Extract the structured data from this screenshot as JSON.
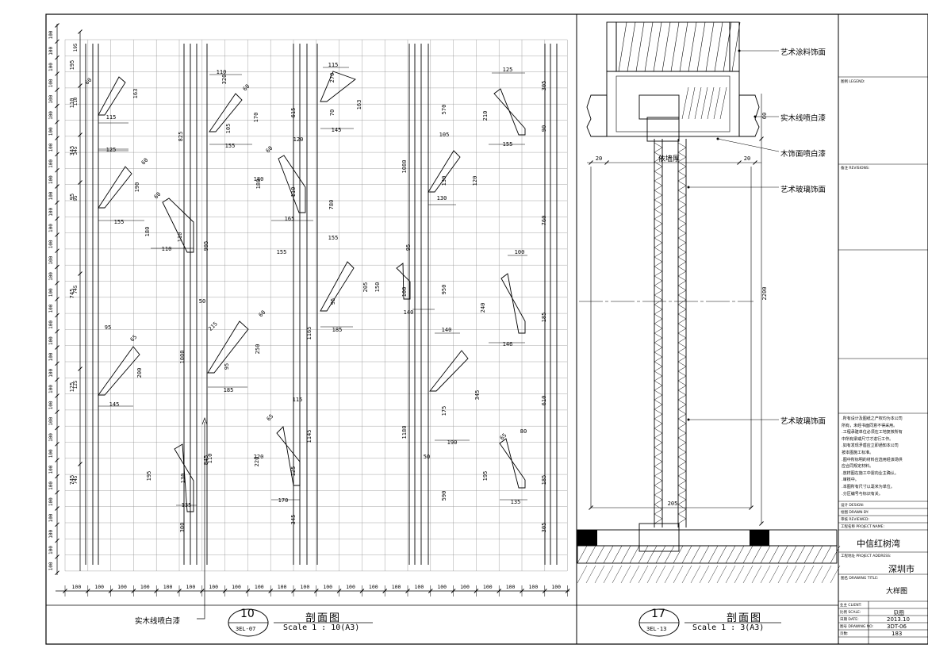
{
  "left_view": {
    "bubble_number": "10",
    "bubble_ref": "3EL-07",
    "title": "剖面图",
    "scale": "Scale 1 : 10(A3)",
    "callout_label": "实木线喷白漆",
    "bottom_dim": "100",
    "side_dims": [
      "100",
      "195",
      "110",
      "345",
      "95",
      "745",
      "125",
      "745",
      "100"
    ],
    "dims": [
      "110",
      "320",
      "60",
      "170",
      "105",
      "155",
      "125",
      "60",
      "190",
      "155",
      "80",
      "180",
      "110",
      "825",
      "995",
      "1000",
      "50",
      "215",
      "185",
      "95",
      "250",
      "60",
      "115",
      "615",
      "120",
      "60",
      "180",
      "110",
      "165",
      "780",
      "155",
      "205",
      "1165",
      "185",
      "115",
      "65",
      "220",
      "125",
      "170",
      "345",
      "1145",
      "110",
      "845",
      "130",
      "195",
      "135",
      "300",
      "115",
      "270",
      "163",
      "70",
      "145",
      "1080",
      "150",
      "100",
      "140",
      "95",
      "55",
      "1180",
      "50",
      "105",
      "570",
      "210",
      "125",
      "155",
      "305",
      "950",
      "140",
      "345",
      "190",
      "175",
      "590",
      "65",
      "80",
      "195",
      "135",
      "185",
      "120",
      "130",
      "805",
      "100",
      "240",
      "146",
      "760",
      "185",
      "610",
      "145",
      "65",
      "200",
      "95"
    ]
  },
  "right_view": {
    "bubble_number": "17",
    "bubble_ref": "3EL-13",
    "title": "剖面图",
    "scale": "Scale 1 : 3(A3)",
    "labels": [
      "艺术涂料饰面",
      "实木线喷白漆",
      "木饰面喷白漆",
      "艺术玻璃饰面",
      "艺术玻璃饰面"
    ],
    "dims": [
      "20",
      "依墙厚",
      "20",
      "60",
      "2200",
      "205"
    ]
  },
  "title_block": {
    "legend_label": "图例 LEGEND:",
    "revisions_label": "备注 REVISIONS:",
    "notes": "  .所有设计及图纸之产权均为本公司\n  所有，未经书面同意不得采用。\n  .工程承建单位必须在工地复核所有\n  中所有梁或尺寸才进行工作。\n  .如有发现矛盾应立即通知本公司\n  按本图施工标准。\n  .图中所标明的材料应选用经该场供\n  应合同规定材料。\n  .放样图在施工中需向业主确认。\n  .审核中。\n  .本图所有尺寸以毫米为单位。\n  .分区编号与标识有关。",
    "design_label": "设计 DESIGN:",
    "drawn_label": "绘图 DRAWN BY:",
    "checked_label": "审核 REVIEWED:",
    "project_name_label": "工程名称 PROJECT NAME:",
    "project_name": "中信红树湾",
    "project_address_label": "工程地址 PROJECT ADDRESS:",
    "project_address": "深圳市",
    "drawing_title_label": "图名 DRAWING TITLE:",
    "drawing_title": "大样图",
    "client_label": "业主 CLIENT:",
    "scale_label": "比例 SCALE:",
    "scale_value": "见图",
    "date_label": "日期 DATE:",
    "date_value": "2013.10",
    "drawing_no_label": "图号 DRAWING NO:",
    "drawing_no_value": "3DT-06",
    "page_label": "页数:",
    "page_value": "183"
  }
}
